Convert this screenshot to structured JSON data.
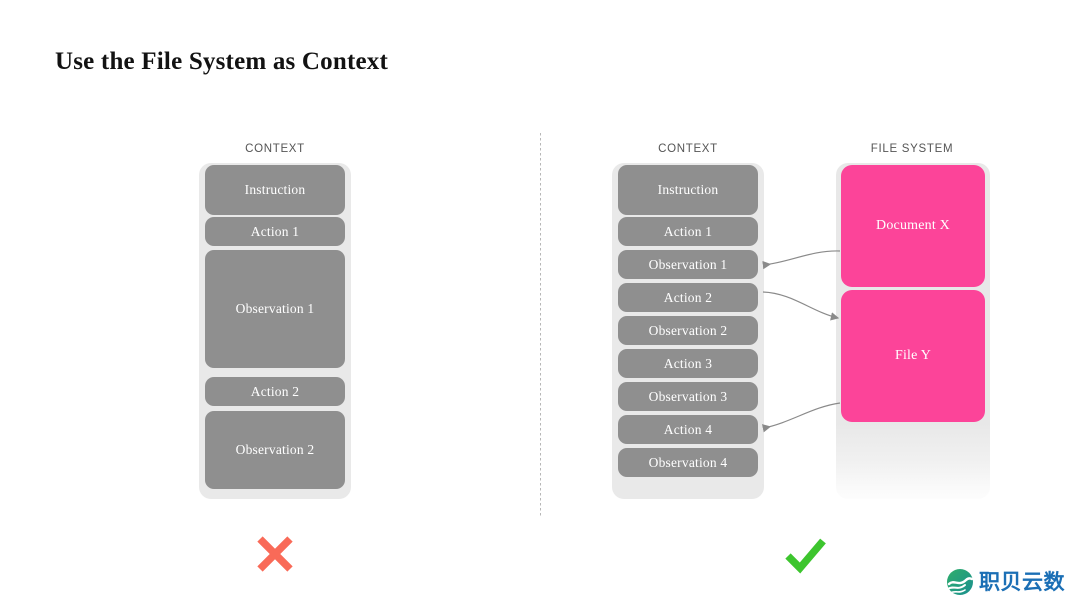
{
  "slide": {
    "title": "Use the File System as Context"
  },
  "left_panel": {
    "column_label": "CONTEXT",
    "verdict_icon": "cross-mark-icon",
    "verdict_color": "#f96a58",
    "blocks": [
      {
        "label": "Instruction",
        "height": 50
      },
      {
        "label": "Action 1",
        "height": 29
      },
      {
        "label": "Observation 1",
        "height": 118
      },
      {
        "label": "Action 2",
        "height": 29
      },
      {
        "label": "Observation 2",
        "height": 78
      }
    ]
  },
  "right_panel": {
    "column_label": "CONTEXT",
    "verdict_icon": "check-mark-icon",
    "verdict_color": "#3dc52e",
    "blocks": [
      {
        "label": "Instruction",
        "height": 50
      },
      {
        "label": "Action 1",
        "height": 29
      },
      {
        "label": "Observation 1",
        "height": 29
      },
      {
        "label": "Action 2",
        "height": 29
      },
      {
        "label": "Observation 2",
        "height": 29
      },
      {
        "label": "Action 3",
        "height": 29
      },
      {
        "label": "Observation 3",
        "height": 29
      },
      {
        "label": "Action 4",
        "height": 29
      },
      {
        "label": "Observation 4",
        "height": 29
      }
    ]
  },
  "file_system_panel": {
    "column_label": "FILE SYSTEM",
    "files": [
      {
        "label": "Document X",
        "height": 122
      },
      {
        "label": "File Y",
        "height": 132
      }
    ]
  },
  "arrows": [
    {
      "name": "document-x-to-observation-1",
      "direction": "left"
    },
    {
      "name": "action-2-to-file-y",
      "direction": "right"
    },
    {
      "name": "file-y-to-action-4",
      "direction": "left"
    }
  ],
  "colors": {
    "block_gray": "#8f8f8f",
    "shell_gray": "#e9e9e9",
    "file_pink": "#fc4499",
    "title_black": "#121212",
    "label_gray": "#555555",
    "arrow_gray": "#8a8a8a"
  },
  "branding": {
    "logo_icon": "wave-circle-logo-icon",
    "logo_text": "职贝云数",
    "logo_color": "#1b6fb5"
  }
}
